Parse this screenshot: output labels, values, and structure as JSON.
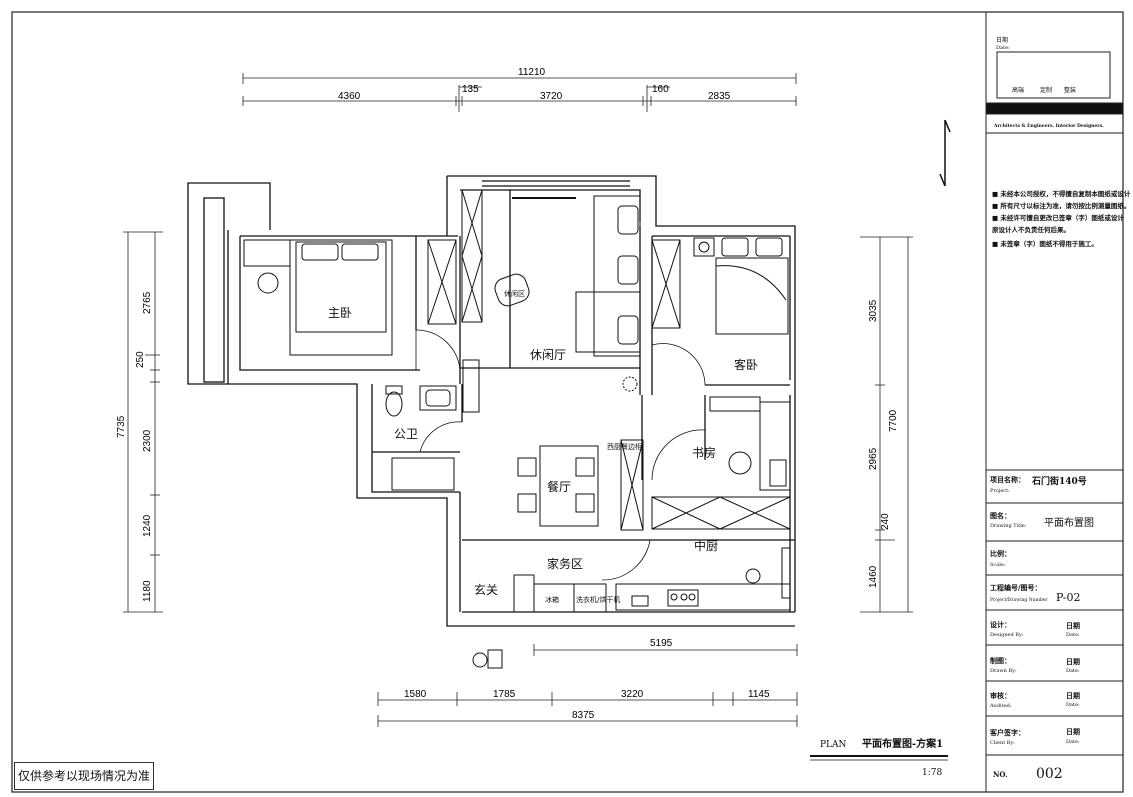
{
  "dimensions": {
    "top_total": "11210",
    "top": [
      "4360",
      "135",
      "3720",
      "160",
      "2835"
    ],
    "left_total": "7735",
    "left": [
      "2765",
      "250",
      "2300",
      "1240",
      "1180"
    ],
    "right_total": "7700",
    "right": [
      "3035",
      "2965",
      "240",
      "1460"
    ],
    "bottom_inner": "5195",
    "bottom": [
      "1580",
      "1785",
      "3220",
      "1145"
    ],
    "bottom_total": "8375"
  },
  "rooms": {
    "master": "主卧",
    "leisure": "休闲厅",
    "leisure_small": "休闲区",
    "guest": "客卧",
    "bath": "公卫",
    "study": "书房",
    "dining": "餐厅",
    "side": "西厨餐边柜",
    "kitchen": "中厨",
    "laundry": "家务区",
    "entry": "玄关",
    "fridge": "冰箱",
    "washer": "洗衣机/烘干机"
  },
  "plan": {
    "plan_label": "PLAN",
    "plan_title": "平面布置图-方案1",
    "scale": "1:78"
  },
  "title_block": {
    "date_label": "日期",
    "date_en": "Date:",
    "brand_slogan": [
      "高端",
      "定制",
      "整装"
    ],
    "tagline": "Architects & Engineers.  Interior Designers.",
    "notes": [
      "■  未经本公司授权，不得擅自复制本图纸或设计",
      "■  所有尺寸以标注为准，请勿按比例测量图纸。",
      "■  未经许可擅自更改已签章（字）图纸或设计",
      "     原设计人不负责任何后果。",
      "■  未签章（字）图纸不得用于施工。"
    ],
    "project_label": "项目名称：",
    "project_en": "Project:",
    "project_name": "石门街140号",
    "drawing_label": "图名：",
    "drawing_en": "Drawing Title:",
    "drawing_name": "平面布置图",
    "scale_label": "比例：",
    "scale_en": "Scale:",
    "number_label": "工程编号/图号：",
    "number_en": "Project/Drawing Number",
    "number_value": "P-02",
    "design_label": "设计：",
    "design_en": "Designed By:",
    "draw_label": "制图：",
    "draw_en": "Drawn By:",
    "audit_label": "审核：",
    "audit_en": "Audited:",
    "client_label": "客户签字：",
    "client_en": "Client By:",
    "no_label": "NO.",
    "no_value": "002"
  },
  "disclaimer": "仅供参考以现场情况为准"
}
